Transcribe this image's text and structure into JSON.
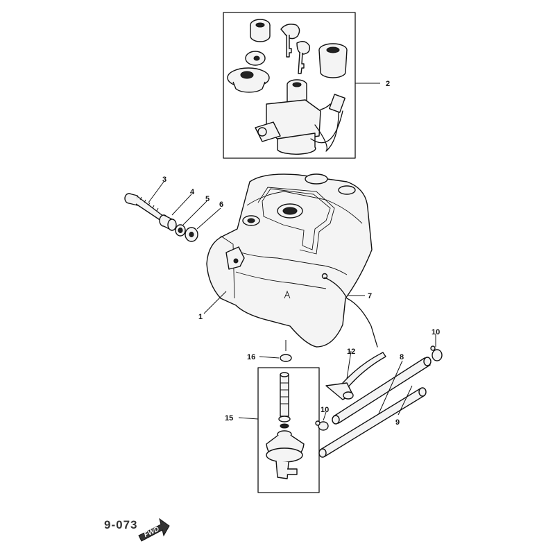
{
  "callouts": {
    "c1": "1",
    "c2": "2",
    "c3": "3",
    "c4": "4",
    "c5": "5",
    "c6": "6",
    "c7": "7",
    "c8": "8",
    "c9": "9",
    "c10a": "10",
    "c10b": "10",
    "c12": "12",
    "c15": "15",
    "c16": "16"
  },
  "diagram_code": "9-073",
  "fwd_label": "FWD",
  "icons": {
    "fwd_arrow": "fwd-arrow-icon"
  }
}
